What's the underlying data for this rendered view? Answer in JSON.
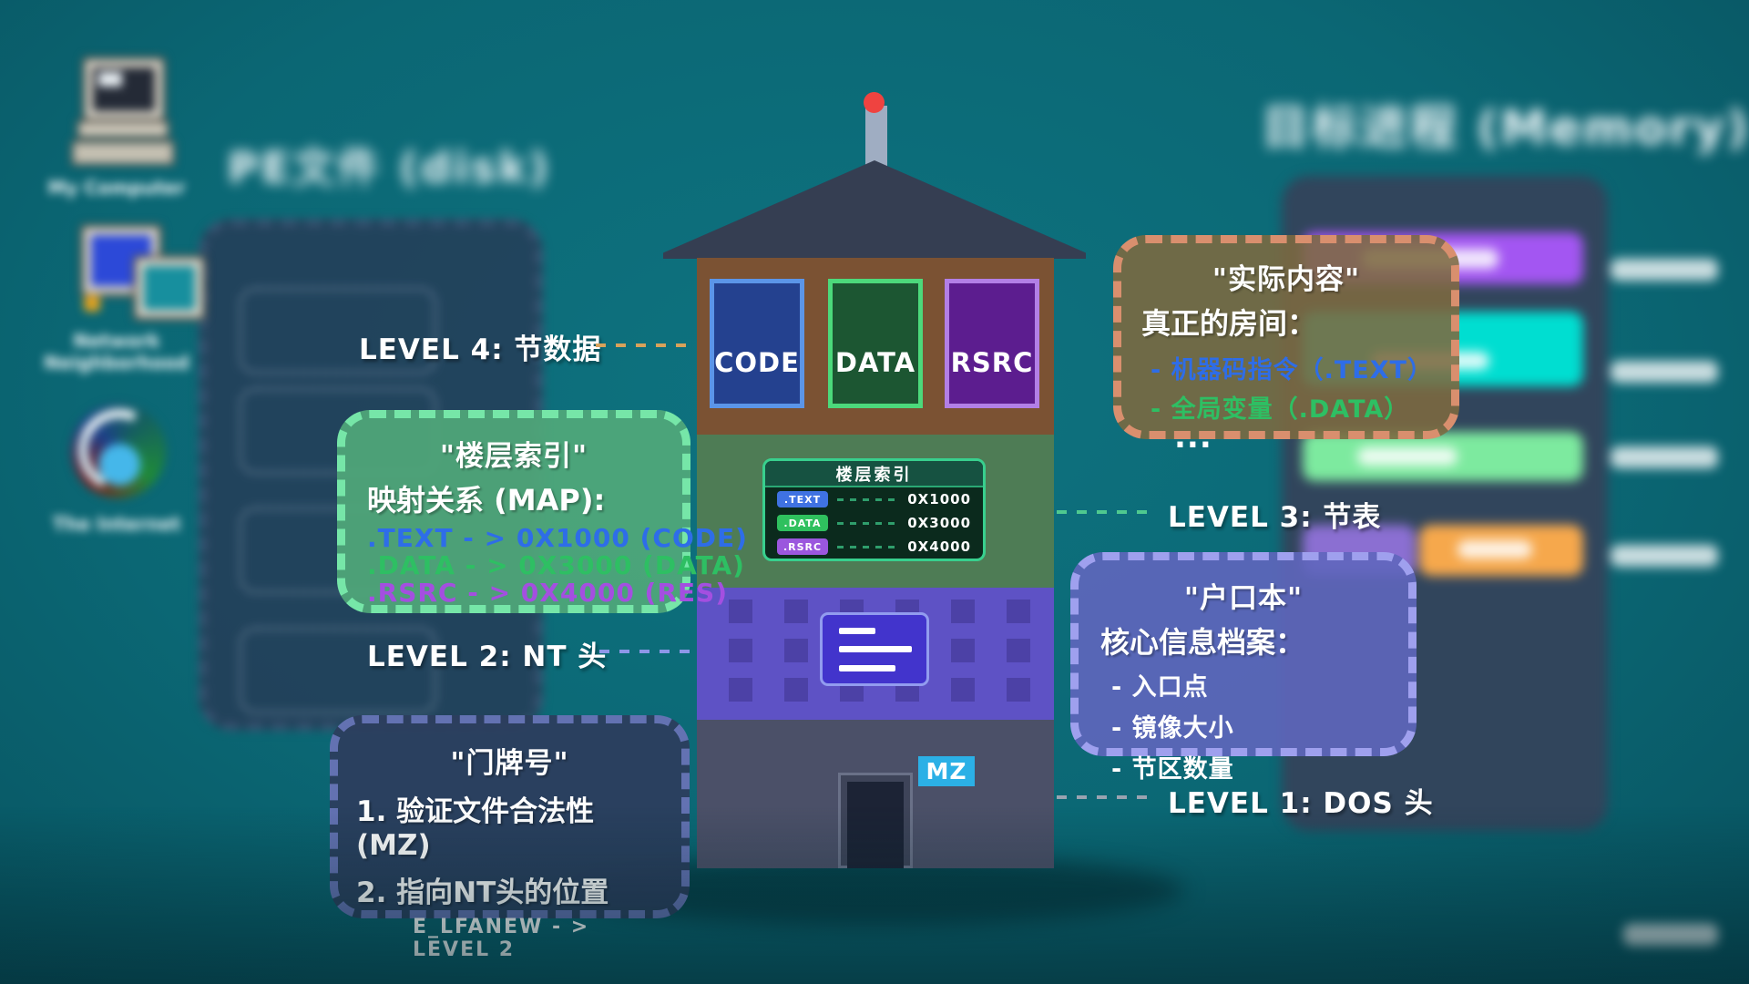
{
  "titles": {
    "disk": "PE文件 (disk)",
    "memory": "目标进程 (Memory)"
  },
  "desktop_icons": [
    {
      "id": "my-computer",
      "caption": "My Computer"
    },
    {
      "id": "network-neighborhood",
      "caption": "Network Neighborhood"
    },
    {
      "id": "the-internet",
      "caption": "The Internet"
    }
  ],
  "house": {
    "sections": [
      {
        "label": "CODE",
        "fill": "#24418f",
        "border": "#5b95e8"
      },
      {
        "label": "DATA",
        "fill": "#1c5632",
        "border": "#4cd97b"
      },
      {
        "label": "RSRC",
        "fill": "#5c1d8f",
        "border": "#b27fe6"
      }
    ],
    "index_panel": {
      "title": "楼层索引",
      "rows": [
        {
          "pill": ".TEXT",
          "value": "0X1000",
          "pill_color": "#3f72e2"
        },
        {
          "pill": ".DATA",
          "value": "0X3000",
          "pill_color": "#2fc05e"
        },
        {
          "pill": ".RSRC",
          "value": "0X4000",
          "pill_color": "#9b57de"
        }
      ]
    },
    "mz_badge": "MZ"
  },
  "levels": [
    {
      "label": "LEVEL 4: 节数据",
      "dash_color": "#d9a25a"
    },
    {
      "label": "LEVEL 3: 节表",
      "dash_color": "#4fc98f"
    },
    {
      "label": "LEVEL 2: NT 头",
      "dash_color": "#8d97e8"
    },
    {
      "label": "LEVEL 1: DOS 头",
      "dash_color": "#9aa3b0"
    }
  ],
  "callouts": {
    "floor_index": {
      "title": "\"楼层索引\"",
      "subtitle": "映射关系 (MAP):",
      "lines": [
        {
          "text": ".TEXT - > 0X1000 (CODE)",
          "color": "#2e6de8"
        },
        {
          "text": ".DATA - > 0X3000 (DATA)",
          "color": "#2ebf63"
        },
        {
          "text": ".RSRC - > 0X4000 (RES)",
          "color": "#a44fe0"
        }
      ]
    },
    "actual_content": {
      "title": "\"实际内容\"",
      "subtitle": "真正的房间：",
      "lines": [
        {
          "text": "- 机器码指令（.TEXT）",
          "color": "#2e6de8"
        },
        {
          "text": "- 全局变量（.DATA）",
          "color": "#2ebf63"
        },
        {
          "text": "...",
          "color": "#ffffff"
        }
      ]
    },
    "hukou": {
      "title": "\"户口本\"",
      "subtitle": "核心信息档案：",
      "lines": [
        {
          "text": "- 入口点"
        },
        {
          "text": "- 镜像大小"
        },
        {
          "text": "- 节区数量"
        }
      ]
    },
    "door_number": {
      "title": "\"门牌号\"",
      "lines": [
        {
          "text": "1. 验证文件合法性(MZ)"
        },
        {
          "text": "2. 指向NT头的位置"
        }
      ],
      "footnote": "E_LFANEW - > LEVEL 2"
    }
  },
  "palette": {
    "background": "#0b6774",
    "roof": "#353e52",
    "chimney": "#9fadc2",
    "chimney_ball": "#ef4340",
    "floor_sections": "#7b5233",
    "floor_table": "#4e7c55",
    "floor_nt": "#5e52c5",
    "floor_dos": "#4b5068",
    "mz_badge": "#2bb0e6",
    "memory_blocks": [
      "#a356f2",
      "#00ded1",
      "#7dea9f",
      "#8b6fd2",
      "#f6a84c"
    ],
    "callout_green": "#50a87a",
    "callout_orange": "#7d6a40",
    "callout_purple": "#5f66bc",
    "callout_dark": "#2c3e5e"
  }
}
